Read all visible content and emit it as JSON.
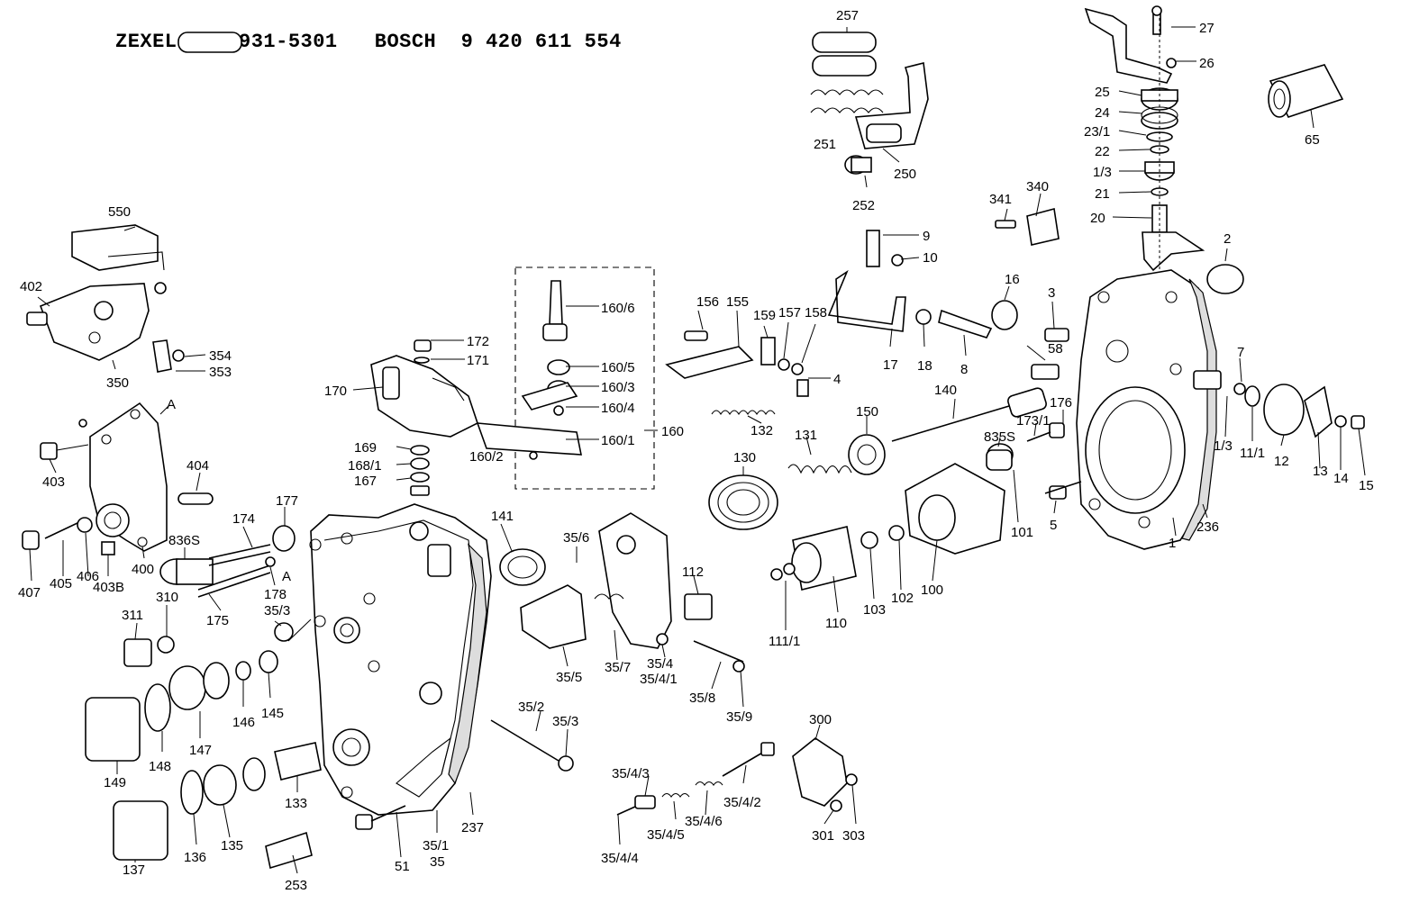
{
  "header": {
    "title": "ZEXEL  105931-5301   BOSCH  9 420 611 554"
  },
  "callouts": {
    "c257": "257",
    "c27": "27",
    "c26": "26",
    "c25": "25",
    "c24": "24",
    "c23_1": "23/1",
    "c22": "22",
    "c1_3a": "1/3",
    "c21": "21",
    "c20": "20",
    "c65": "65",
    "c251": "251",
    "c250": "250",
    "c252": "252",
    "c341": "341",
    "c340": "340",
    "c550": "550",
    "c9": "9",
    "c10": "10",
    "c2": "2",
    "c402": "402",
    "c16": "16",
    "c3": "3",
    "c160_6": "160/6",
    "c156": "156",
    "c155": "155",
    "c159": "159",
    "c157": "157",
    "c158": "158",
    "c17": "17",
    "c18": "18",
    "c8": "8",
    "c58": "58",
    "c172": "172",
    "c354": "354",
    "c171": "171",
    "c353": "353",
    "c350": "350",
    "c160_5": "160/5",
    "c4": "4",
    "c7": "7",
    "c170": "170",
    "c160_3": "160/3",
    "c140": "140",
    "c176": "176",
    "cA1": "A",
    "c160_4": "160/4",
    "c132": "132",
    "c150": "150",
    "c173_1": "173/1",
    "c1_3b": "1/3",
    "c11_1": "11/1",
    "c12": "12",
    "c131": "131",
    "c160_1": "160/1",
    "c160": "160",
    "c835S": "835S",
    "c169": "169",
    "c160_2": "160/2",
    "c130": "130",
    "c13": "13",
    "c14": "14",
    "c15": "15",
    "c168_1": "168/1",
    "c167": "167",
    "c403": "403",
    "c404": "404",
    "c101": "101",
    "c177": "177",
    "c174": "174",
    "c141": "141",
    "c35_6": "35/6",
    "c5": "5",
    "c1": "1",
    "c236": "236",
    "c836S": "836S",
    "c405": "405",
    "c406": "406",
    "c400": "400",
    "c407": "407",
    "c403B": "403B",
    "c178": "178",
    "cA2": "A",
    "c175": "175",
    "c112": "112",
    "c100": "100",
    "c102": "102",
    "c103": "103",
    "c110": "110",
    "c111_1": "111/1",
    "c310": "310",
    "c311": "311",
    "c35_3a": "35/3",
    "c35_5": "35/5",
    "c35_7": "35/7",
    "c35_4": "35/4",
    "c35_4_1": "35/4/1",
    "c35_8": "35/8",
    "c35_9": "35/9",
    "c146": "146",
    "c145": "145",
    "c147": "147",
    "c35_2": "35/2",
    "c35_3b": "35/3",
    "c300": "300",
    "c148": "148",
    "c149": "149",
    "c35_4_3": "35/4/3",
    "c35_4_2": "35/4/2",
    "c133": "133",
    "c35_4_5": "35/4/5",
    "c35_4_6": "35/4/6",
    "c301": "301",
    "c303": "303",
    "c136": "136",
    "c135": "135",
    "c137": "137",
    "c237": "237",
    "c35_1": "35/1",
    "c35": "35",
    "c51": "51",
    "c35_4_4": "35/4/4",
    "c253": "253"
  }
}
